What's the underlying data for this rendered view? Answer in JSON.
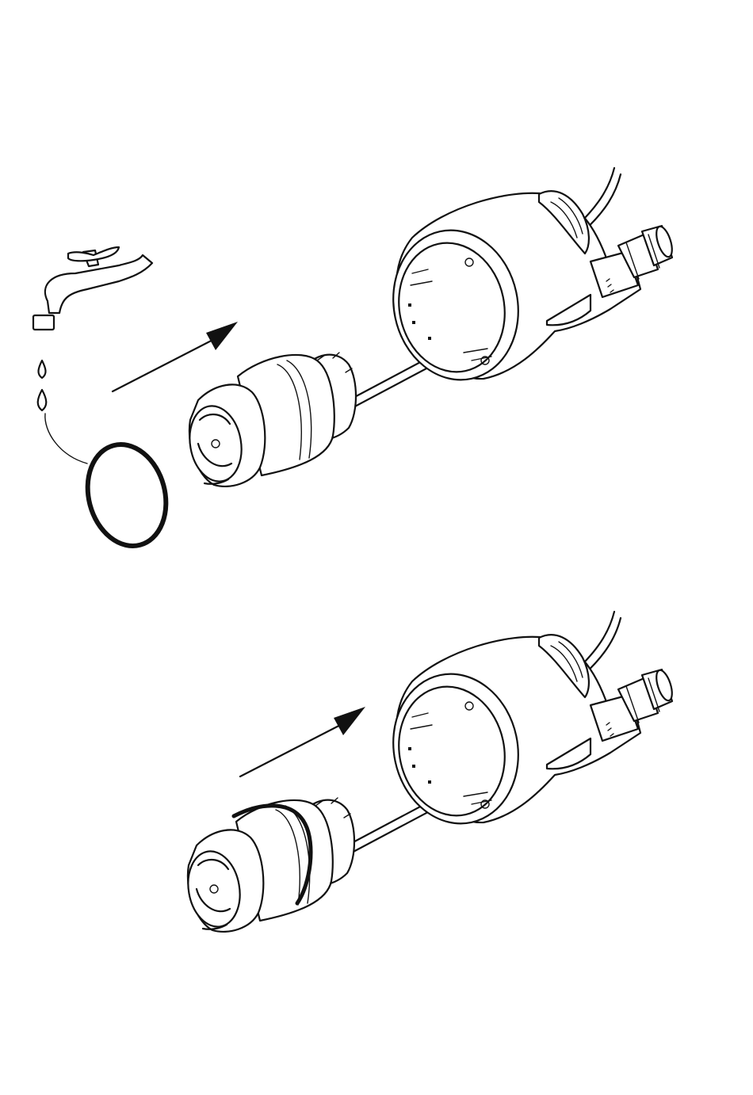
{
  "figure": {
    "panels": [
      {
        "id": "step-1",
        "parts": [
          "water-tap",
          "water-drops",
          "o-ring-seal",
          "insert-arrow",
          "motor-cartridge",
          "pump-housing"
        ]
      },
      {
        "id": "step-2",
        "parts": [
          "insert-arrow",
          "motor-cartridge-with-seal",
          "pump-housing"
        ]
      }
    ],
    "icons": {
      "tap": "water-tap-icon",
      "drop": "water-drop-icon",
      "arrow": "arrow-icon"
    },
    "colors": {
      "line": "#111111",
      "background": "#ffffff"
    }
  }
}
